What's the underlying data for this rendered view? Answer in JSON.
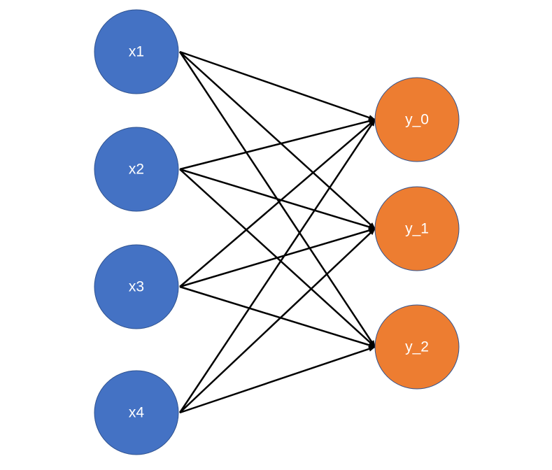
{
  "colors": {
    "input_node": "#4472C4",
    "output_node": "#ED7D31",
    "node_border": "#2F528F",
    "edge": "#000000",
    "label": "#FFFFFF"
  },
  "inputs": [
    {
      "label": "x1"
    },
    {
      "label": "x2"
    },
    {
      "label": "x3"
    },
    {
      "label": "x4"
    }
  ],
  "outputs": [
    {
      "label": "y_0"
    },
    {
      "label": "y_1"
    },
    {
      "label": "y_2"
    }
  ],
  "connections": "fully-connected"
}
